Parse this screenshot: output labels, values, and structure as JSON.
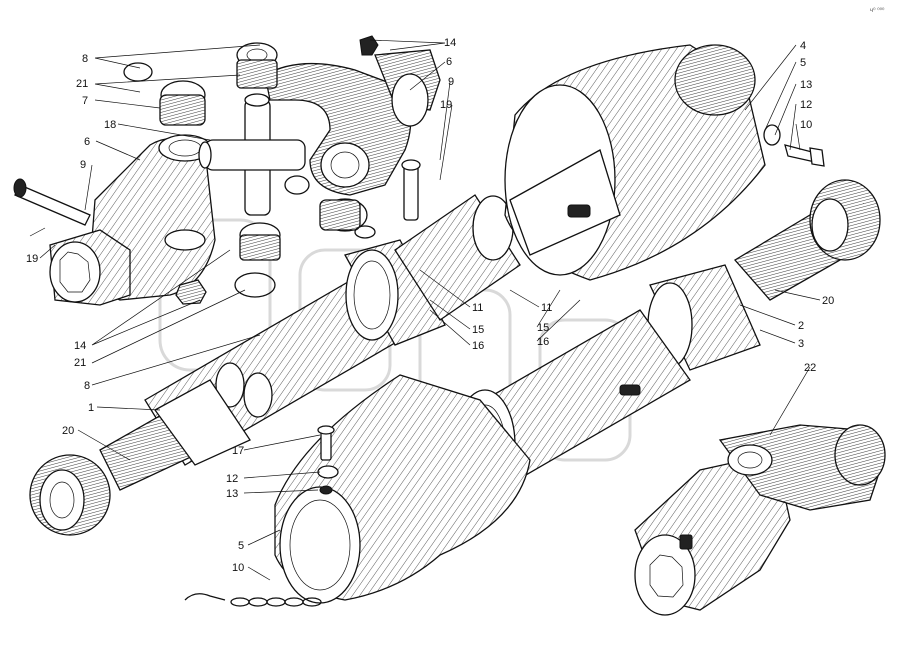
{
  "corner_mark": "ч⁰ ⁰⁰⁰",
  "callouts": [
    {
      "id": "c8a",
      "text": "8"
    },
    {
      "id": "c21a",
      "text": "21"
    },
    {
      "id": "c7",
      "text": "7"
    },
    {
      "id": "c18",
      "text": "18"
    },
    {
      "id": "c6a",
      "text": "6"
    },
    {
      "id": "c9a",
      "text": "9"
    },
    {
      "id": "c19a",
      "text": "19"
    },
    {
      "id": "c14a",
      "text": "14"
    },
    {
      "id": "c21b",
      "text": "21"
    },
    {
      "id": "c8b",
      "text": "8"
    },
    {
      "id": "c14b",
      "text": "14"
    },
    {
      "id": "c6b",
      "text": "6"
    },
    {
      "id": "c9b",
      "text": "9"
    },
    {
      "id": "c19b",
      "text": "19"
    },
    {
      "id": "c4",
      "text": "4"
    },
    {
      "id": "c5a",
      "text": "5"
    },
    {
      "id": "c13a",
      "text": "13"
    },
    {
      "id": "c12a",
      "text": "12"
    },
    {
      "id": "c10a",
      "text": "10"
    },
    {
      "id": "c20a",
      "text": "20"
    },
    {
      "id": "c2",
      "text": "2"
    },
    {
      "id": "c3",
      "text": "3"
    },
    {
      "id": "c22",
      "text": "22"
    },
    {
      "id": "c11a",
      "text": "11"
    },
    {
      "id": "c11b",
      "text": "11"
    },
    {
      "id": "c15a",
      "text": "15"
    },
    {
      "id": "c15b",
      "text": "15"
    },
    {
      "id": "c16a",
      "text": "16"
    },
    {
      "id": "c16b",
      "text": "16"
    },
    {
      "id": "c1",
      "text": "1"
    },
    {
      "id": "c20b",
      "text": "20"
    },
    {
      "id": "c17",
      "text": "17"
    },
    {
      "id": "c12b",
      "text": "12"
    },
    {
      "id": "c13b",
      "text": "13"
    },
    {
      "id": "c5b",
      "text": "5"
    },
    {
      "id": "c10b",
      "text": "10"
    }
  ]
}
